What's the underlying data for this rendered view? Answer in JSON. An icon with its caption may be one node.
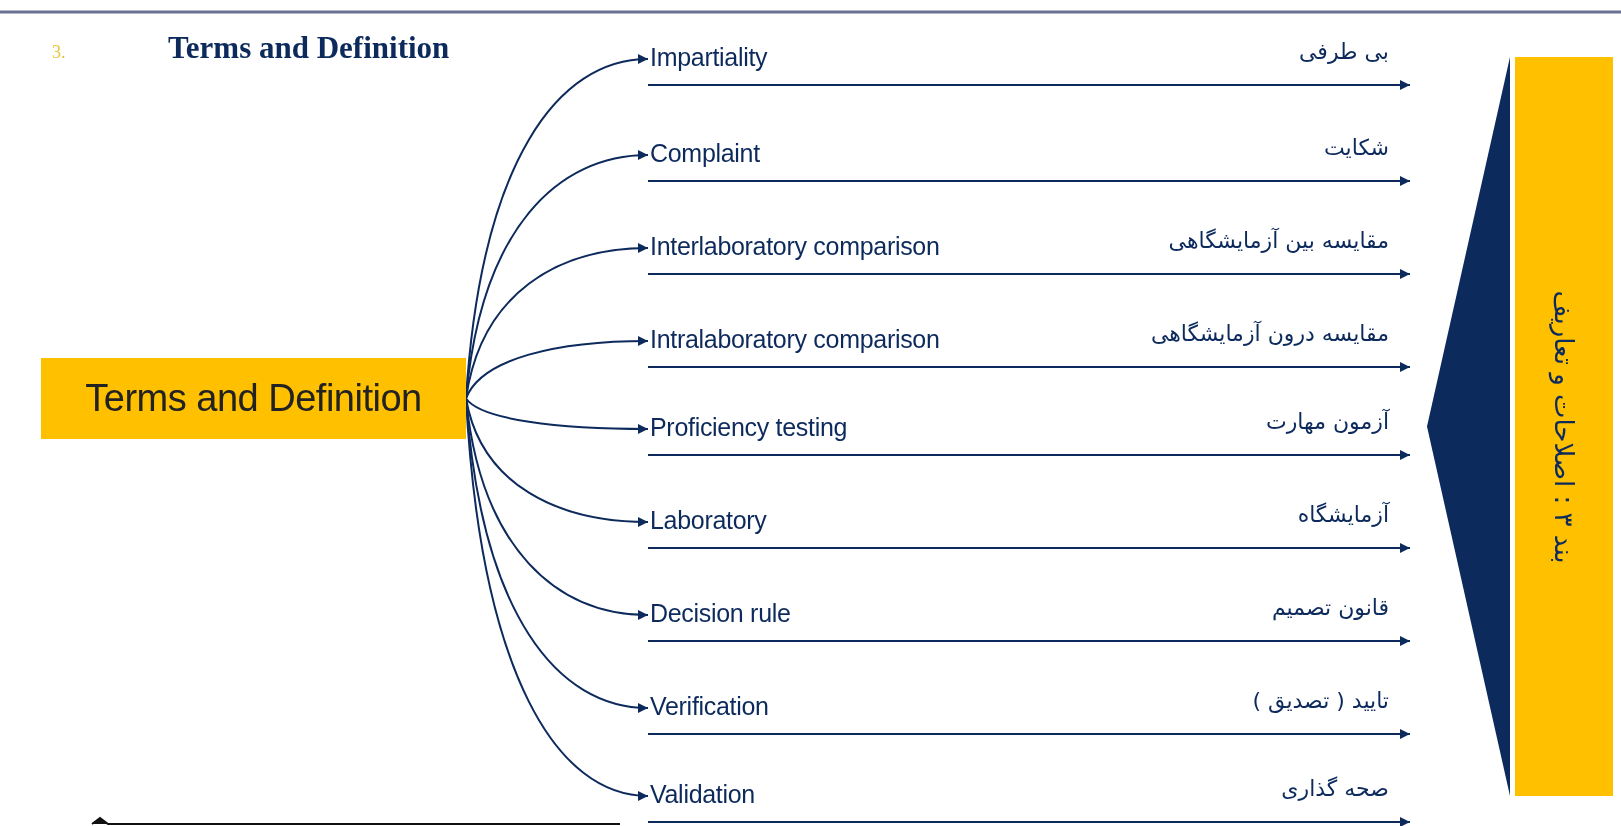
{
  "diagram": {
    "title": "Terms and Definition",
    "nodes": [
      {
        "text": [
          "Terms and Definition"
        ]
      },
      {
        "text": [
          "بی طرفی",
          "Impartiality"
        ]
      },
      {
        "text": [
          "شکایت",
          "Complaint"
        ]
      },
      {
        "text": [
          "مقایسه بین آزمایشگاهی",
          "Interlaboratory comparison"
        ]
      },
      {
        "text": [
          "مقایسه درون آزمایشگاهی",
          "Intralaboratory comparison"
        ]
      },
      {
        "text": [
          "آزمون مهارت",
          "Proficiency testing"
        ]
      },
      {
        "text": [
          "آزمایشگاه",
          "Laboratory"
        ]
      },
      {
        "text": [
          "قانون تصمیم",
          "Decision rule"
        ]
      },
      {
        "text": [
          "تایید ( تصدیق )",
          "Verification"
        ]
      },
      {
        "text": [
          "صحه گذاری",
          "Validation"
        ]
      },
      {
        "text": [
          "بند ۳ : اصلاحات و تعاریف"
        ]
      }
    ],
    "edges": [
      {
        "from": 0,
        "to": 1,
        "arrow": "to"
      },
      {
        "from": 0,
        "to": 2,
        "arrow": "to"
      },
      {
        "from": 0,
        "to": 3,
        "arrow": "to"
      },
      {
        "from": 0,
        "to": 4,
        "arrow": "to"
      },
      {
        "from": 0,
        "to": 5,
        "arrow": "to"
      },
      {
        "from": 0,
        "to": 6,
        "arrow": "to"
      },
      {
        "from": 0,
        "to": 7,
        "arrow": "to"
      },
      {
        "from": 0,
        "to": 8,
        "arrow": "to"
      },
      {
        "from": 0,
        "to": 9,
        "arrow": "to"
      },
      {
        "from": 1,
        "to": 10,
        "arrow": "to"
      },
      {
        "from": 2,
        "to": 10,
        "arrow": "to"
      },
      {
        "from": 3,
        "to": 10,
        "arrow": "to"
      },
      {
        "from": 4,
        "to": 10,
        "arrow": "to"
      },
      {
        "from": 5,
        "to": 10,
        "arrow": "to"
      },
      {
        "from": 6,
        "to": 10,
        "arrow": "to"
      },
      {
        "from": 7,
        "to": 10,
        "arrow": "to"
      },
      {
        "from": 8,
        "to": 10,
        "arrow": "to"
      },
      {
        "from": 9,
        "to": 10,
        "arrow": "to"
      }
    ],
    "labels": [
      "3."
    ]
  }
}
